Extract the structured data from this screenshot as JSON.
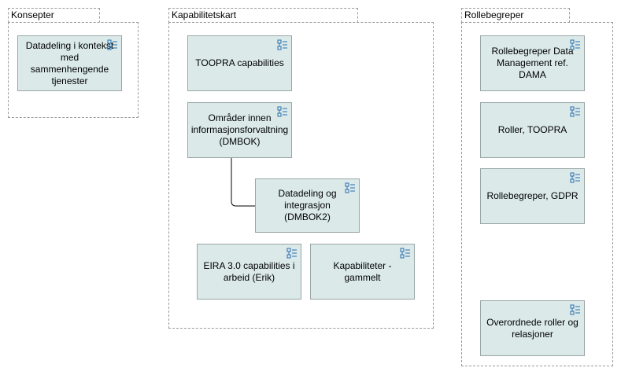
{
  "packages": {
    "konsepter": {
      "title": "Konsepter"
    },
    "kapabilitetskart": {
      "title": "Kapabilitetskart"
    },
    "rollebegreper": {
      "title": "Rollebegreper"
    }
  },
  "nodes": {
    "datadeling_kontekst": "Datadeling i kontekst med sammenhengende tjenester",
    "toopra_capabilities": "TOOPRA capabilities",
    "omrader_dmbok": "Områder innen informasjonsforvaltning (DMBOK)",
    "datadeling_dmbok2": "Datadeling og integrasjon (DMBOK2)",
    "eira": "EIRA 3.0 capabilities i arbeid (Erik)",
    "kapabiliteter_gammelt": "Kapabiliteter - gammelt",
    "rollebegreper_dama": "Rollebegreper Data Management ref. DAMA",
    "roller_toopra": "Roller, TOOPRA",
    "rollebegreper_gdpr": "Rollebegreper, GDPR",
    "overordnede_roller": "Overordnede roller og relasjoner"
  },
  "icons": {
    "node": "diagram-view-icon"
  },
  "colors": {
    "node_fill": "#dbe9e9",
    "node_border": "#9aa6a6",
    "icon": "#2a6fb0",
    "package_border": "#9a9a9a"
  }
}
